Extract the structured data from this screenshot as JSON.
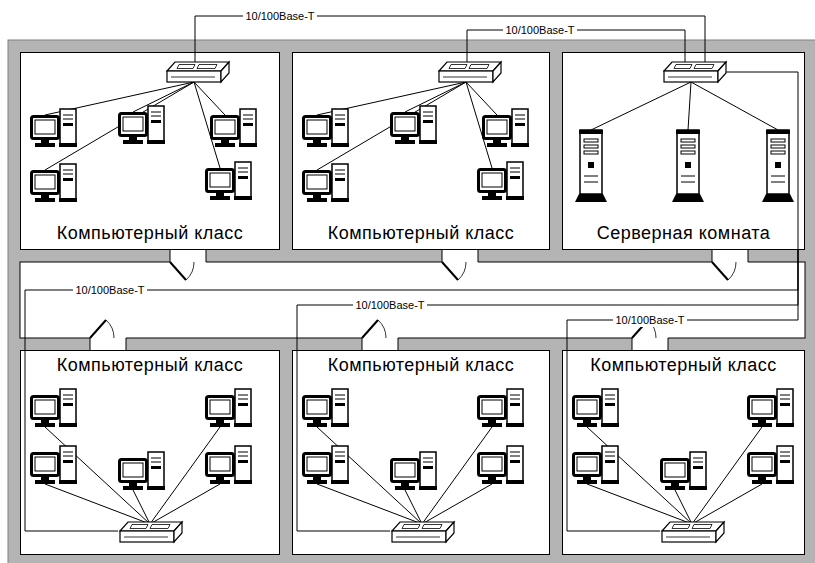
{
  "diagram": {
    "nodes": [
      {
        "text": [
          "Компьютерный класс"
        ]
      },
      {
        "text": [
          "Компьютерный класс"
        ]
      },
      {
        "text": [
          "Серверная комната"
        ]
      },
      {
        "text": [
          "Компьютерный класс"
        ]
      },
      {
        "text": [
          "Компьютерный класс"
        ]
      },
      {
        "text": [
          "Компьютерный класс"
        ]
      }
    ],
    "edges": [
      {
        "from": 0,
        "to": 2,
        "arrow": "none",
        "label": "10/100Base-T"
      },
      {
        "from": 1,
        "to": 2,
        "arrow": "none",
        "label": "10/100Base-T"
      },
      {
        "from": 3,
        "to": 2,
        "arrow": "none",
        "label": "10/100Base-T"
      },
      {
        "from": 4,
        "to": 2,
        "arrow": "none",
        "label": "10/100Base-T"
      },
      {
        "from": 5,
        "to": 2,
        "arrow": "none",
        "label": "10/100Base-T"
      }
    ]
  }
}
